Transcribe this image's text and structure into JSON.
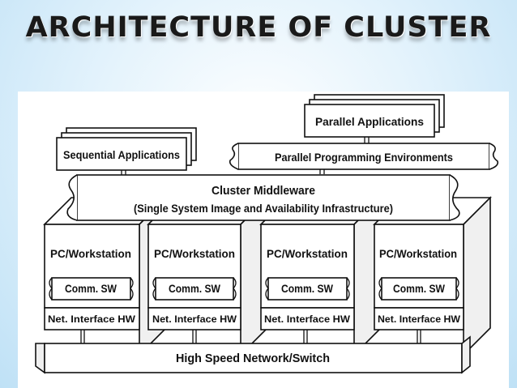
{
  "slide": {
    "title": "ARCHITECTURE OF CLUSTER"
  },
  "diagram": {
    "parallel_applications": "Parallel Applications",
    "sequential_applications": "Sequential Applications",
    "parallel_programming_environments": "Parallel Programming Environments",
    "middleware_title": "Cluster Middleware",
    "middleware_subtitle": "(Single System Image and Availability Infrastructure)",
    "nodes": [
      {
        "label": "PC/Workstation",
        "comm": "Comm. SW",
        "nic": "Net. Interface HW"
      },
      {
        "label": "PC/Workstation",
        "comm": "Comm. SW",
        "nic": "Net. Interface HW"
      },
      {
        "label": "PC/Workstation",
        "comm": "Comm. SW",
        "nic": "Net. Interface HW"
      },
      {
        "label": "PC/Workstation",
        "comm": "Comm. SW",
        "nic": "Net. Interface HW"
      }
    ],
    "network": "High Speed Network/Switch"
  }
}
